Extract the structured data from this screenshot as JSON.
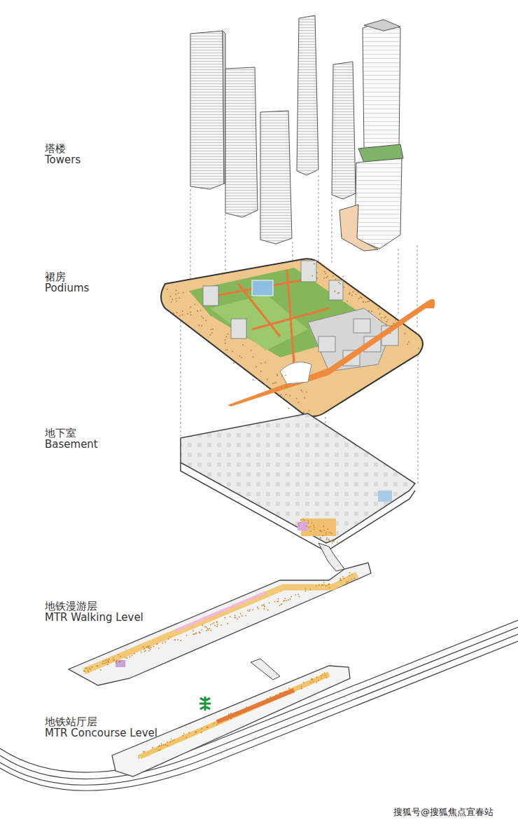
{
  "diagram": {
    "labels": [
      "塔楼",
      "Towers",
      "裙房",
      "Podiums",
      "地下室",
      "Basement",
      "地铁漫游层",
      "MTR Walking Level",
      "地铁站厅层",
      "MTR Concourse Level",
      "搜狐号@搜狐焦点宜春站"
    ]
  }
}
